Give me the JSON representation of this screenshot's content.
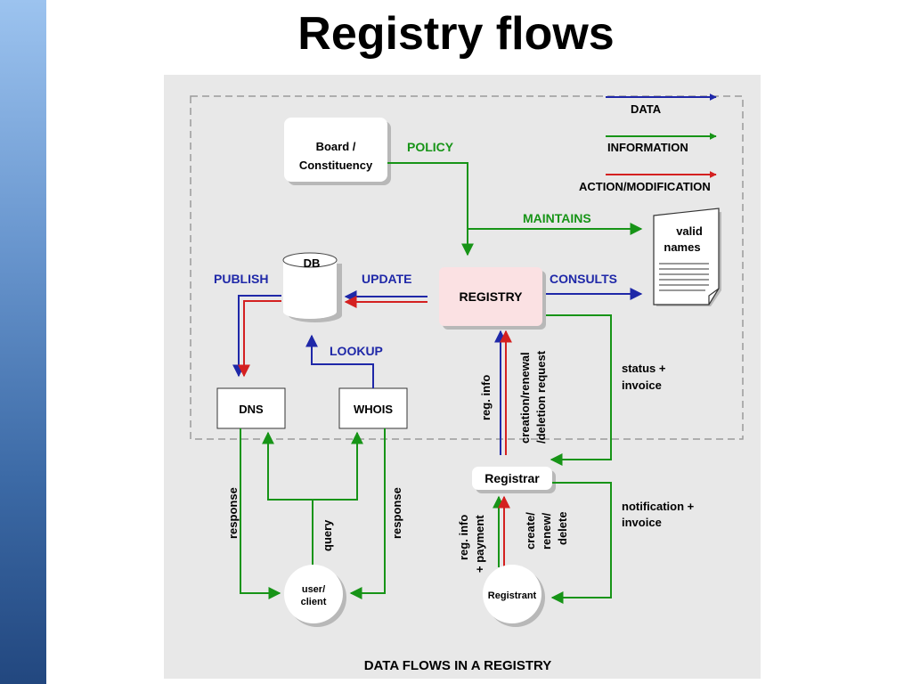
{
  "slide": {
    "title": "Registry flows"
  },
  "diagram": {
    "caption": "DATA FLOWS IN A REGISTRY",
    "legend": {
      "data": "DATA",
      "information": "INFORMATION",
      "action": "ACTION/MODIFICATION"
    },
    "colors": {
      "data": "#1f28a8",
      "information": "#179417",
      "action": "#d42020",
      "registry_fill": "#fbe1e3",
      "panel": "#e8e8e8"
    },
    "nodes": {
      "board_line1": "Board /",
      "board_line2": "Constituency",
      "registry": "REGISTRY",
      "db": "DB",
      "dns": "DNS",
      "whois": "WHOIS",
      "registrar": "Registrar",
      "valid_names_line1": "valid",
      "valid_names_line2": "names",
      "user_line1": "user/",
      "user_line2": "client",
      "registrant": "Registrant"
    },
    "flows": {
      "policy": "POLICY",
      "maintains": "MAINTAINS",
      "publish": "PUBLISH",
      "update": "UPDATE",
      "consults": "CONSULTS",
      "lookup": "LOOKUP",
      "reg_info": "reg. info",
      "creation_line1": "creation/renewal",
      "creation_line2": "/deletion request",
      "status_line1": "status +",
      "status_line2": "invoice",
      "notification_line1": "notification +",
      "notification_line2": "invoice",
      "response_left": "response",
      "response_right": "response",
      "query": "query",
      "reg_info_payment_line1": "reg. info",
      "reg_info_payment_line2": "+ payment",
      "create_line1": "create/",
      "create_line2": "renew/",
      "create_line3": "delete"
    }
  }
}
